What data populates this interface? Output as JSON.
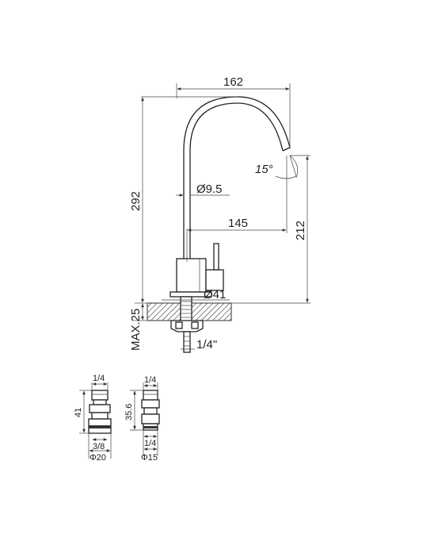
{
  "faucet": {
    "dims": {
      "width_total": "162",
      "height_total": "292",
      "spout_reach": "145",
      "spout_height": "212",
      "angle": "15°",
      "tube_diameter": "Ø9.5",
      "base_diameter": "Ø41",
      "max_deck": "MAX.25",
      "thread": "1/4\""
    }
  },
  "connector_a": {
    "top_label": "1/4",
    "height": "41",
    "bottom_label": "3/8",
    "diameter": "Φ20"
  },
  "connector_b": {
    "top_label": "1/4",
    "height": "35.6",
    "bottom_label": "1/4",
    "diameter": "Φ15"
  },
  "colors": {
    "line": "#333333",
    "text": "#222222",
    "background": "#ffffff"
  }
}
